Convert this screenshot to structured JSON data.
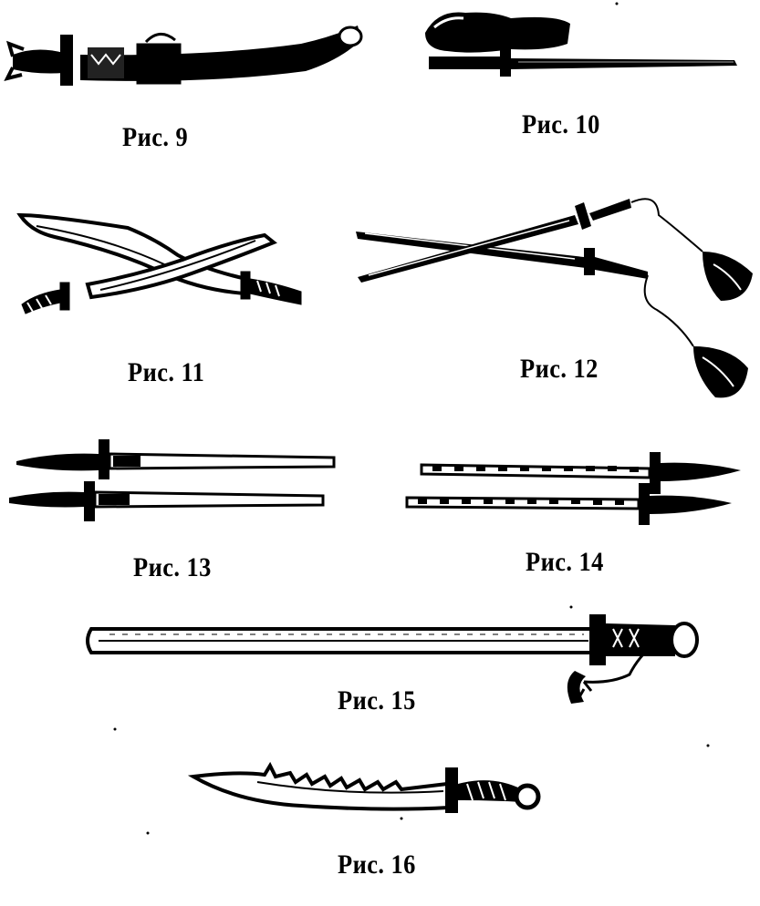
{
  "captions": {
    "fig9": "Рис. 9",
    "fig10": "Рис. 10",
    "fig11": "Рис. 11",
    "fig12": "Рис. 12",
    "fig13": "Рис. 13",
    "fig14": "Рис. 14",
    "fig15": "Рис. 15",
    "fig16": "Рис. 16"
  },
  "colors": {
    "ink": "#000000",
    "paper": "#ffffff"
  }
}
